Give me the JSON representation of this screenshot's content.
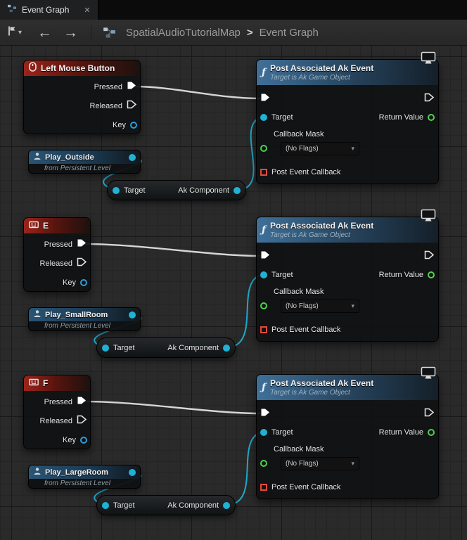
{
  "window": {
    "tab_title": "Event Graph",
    "close_glyph": "✕"
  },
  "toolbar": {
    "back_glyph": "←",
    "forward_glyph": "→",
    "bookmark_chevron": "▾",
    "breadcrumb_root": "SpatialAudioTutorialMap",
    "breadcrumb_separator": ">",
    "breadcrumb_current": "Event Graph"
  },
  "glyphs": {
    "function": "ƒ",
    "dropdown_chevron": "▾"
  },
  "colors": {
    "canvas_bg": "#2a2a2a",
    "exec_wire": "#d6d6d6",
    "object_wire": "#1fa9cc",
    "object_pin": "#1fb2d5",
    "struct_pin": "#2f9ddb",
    "return_pin": "#4fd14f",
    "delegate_pin": "#e2493c",
    "event_header": "#9a241b",
    "function_header": "#3f7099"
  },
  "groups": [
    {
      "trigger": {
        "title": "Left Mouse Button",
        "pins": {
          "pressed": "Pressed",
          "released": "Released",
          "key": "Key"
        }
      },
      "variable": {
        "title": "Play_Outside",
        "subtitle": "from Persistent Level"
      },
      "component": {
        "input_label": "Target",
        "output_label": "Ak Component"
      },
      "function": {
        "title": "Post Associated Ak Event",
        "subtitle": "Target is Ak Game Object",
        "target_label": "Target",
        "return_label": "Return Value",
        "mask_label": "Callback Mask",
        "mask_value": "(No Flags)",
        "callback_label": "Post Event Callback"
      }
    },
    {
      "trigger": {
        "title": "E",
        "pins": {
          "pressed": "Pressed",
          "released": "Released",
          "key": "Key"
        }
      },
      "variable": {
        "title": "Play_SmallRoom",
        "subtitle": "from Persistent Level"
      },
      "component": {
        "input_label": "Target",
        "output_label": "Ak Component"
      },
      "function": {
        "title": "Post Associated Ak Event",
        "subtitle": "Target is Ak Game Object",
        "target_label": "Target",
        "return_label": "Return Value",
        "mask_label": "Callback Mask",
        "mask_value": "(No Flags)",
        "callback_label": "Post Event Callback"
      }
    },
    {
      "trigger": {
        "title": "F",
        "pins": {
          "pressed": "Pressed",
          "released": "Released",
          "key": "Key"
        }
      },
      "variable": {
        "title": "Play_LargeRoom",
        "subtitle": "from Persistent Level"
      },
      "component": {
        "input_label": "Target",
        "output_label": "Ak Component"
      },
      "function": {
        "title": "Post Associated Ak Event",
        "subtitle": "Target is Ak Game Object",
        "target_label": "Target",
        "return_label": "Return Value",
        "mask_label": "Callback Mask",
        "mask_value": "(No Flags)",
        "callback_label": "Post Event Callback"
      }
    }
  ]
}
